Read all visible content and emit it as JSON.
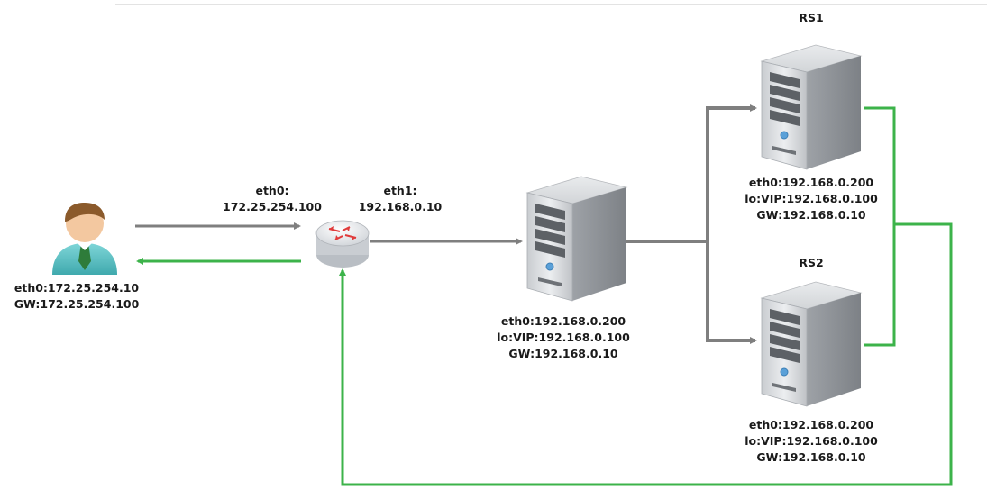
{
  "client": {
    "eth0": "eth0:172.25.254.10",
    "gw": "GW:172.25.254.100"
  },
  "router": {
    "eth0_name": "eth0:",
    "eth0_ip": "172.25.254.100",
    "eth1_name": "eth1:",
    "eth1_ip": "192.168.0.10"
  },
  "director": {
    "eth0": "eth0:192.168.0.200",
    "lo": "lo:VIP:192.168.0.100",
    "gw": "GW:192.168.0.10"
  },
  "rs1": {
    "title": "RS1",
    "eth0": "eth0:192.168.0.200",
    "lo": "lo:VIP:192.168.0.100",
    "gw": "GW:192.168.0.10"
  },
  "rs2": {
    "title": "RS2",
    "eth0": "eth0:192.168.0.200",
    "lo": "lo:VIP:192.168.0.100",
    "gw": "GW:192.168.0.10"
  },
  "colors": {
    "request_path": "#7f7f7f",
    "response_path": "#3cb34a"
  }
}
